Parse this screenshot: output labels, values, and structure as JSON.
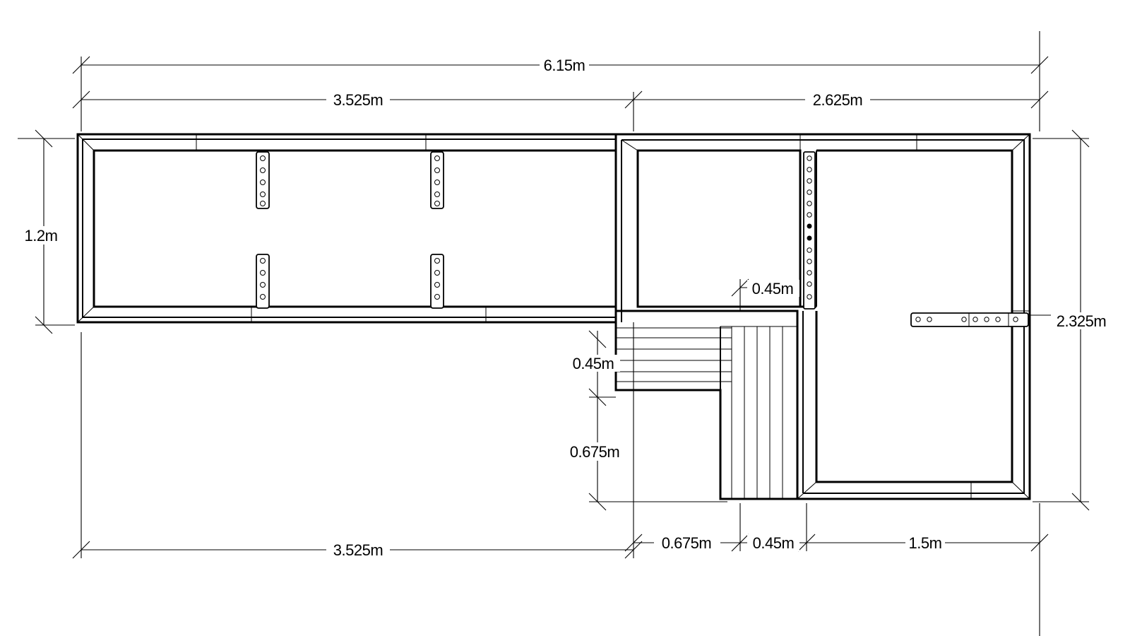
{
  "dimensions": {
    "total_width": "6.15m",
    "left_width_top": "3.525m",
    "right_width_top": "2.625m",
    "left_depth": "1.2m",
    "right_depth": "2.325m",
    "inner_offset": "0.45m",
    "step_depth": "0.45m",
    "step_drop": "0.675m",
    "left_width_bottom": "3.525m",
    "step_width_1": "0.675m",
    "step_width_2": "0.45m",
    "right_bottom_width": "1.5m"
  },
  "colors": {
    "ink": "#000000",
    "paper": "#ffffff"
  }
}
